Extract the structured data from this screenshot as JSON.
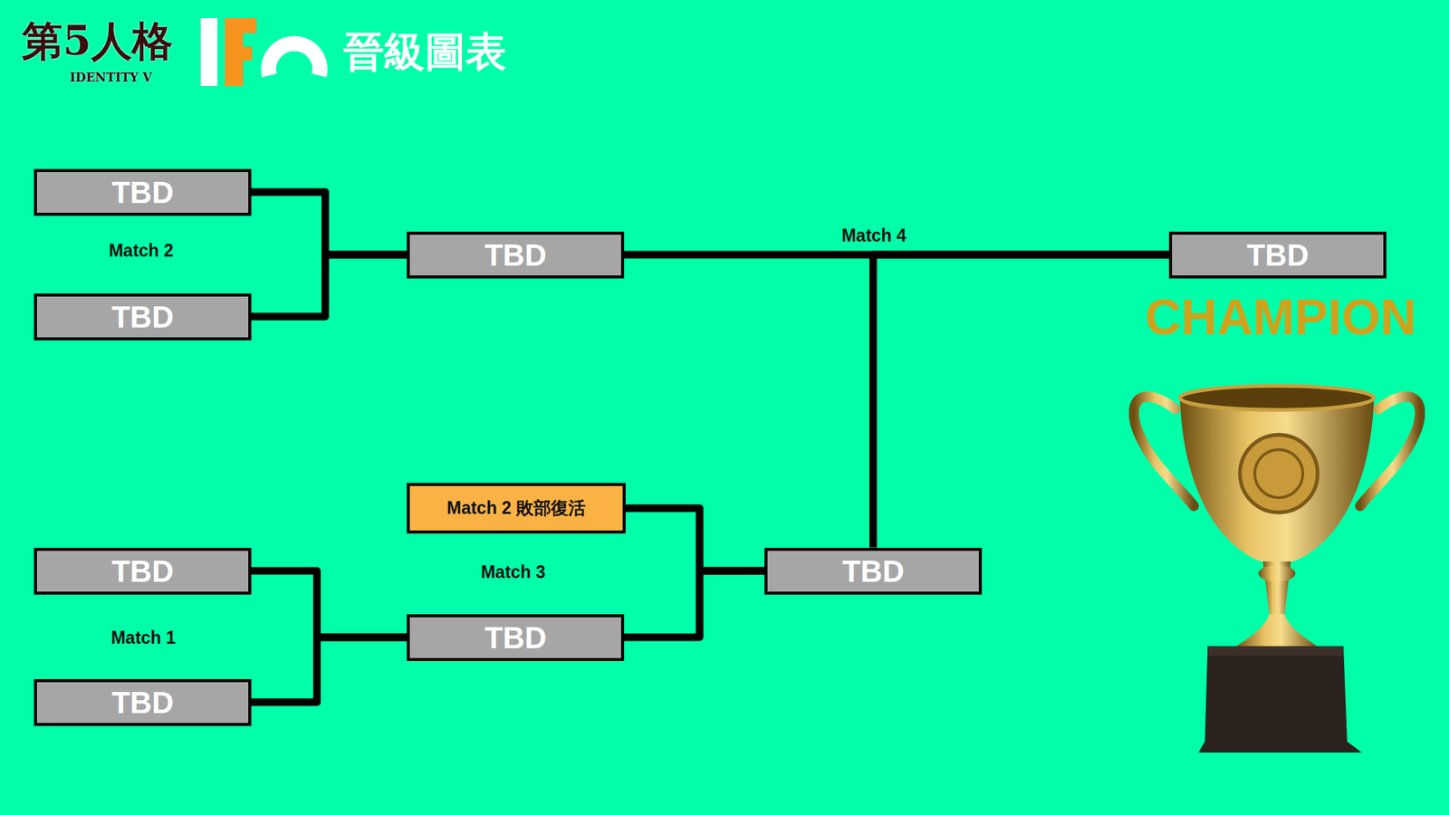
{
  "diagram": {
    "title": "晉級圖表",
    "nodes": [
      {
        "text": [
          "TBD"
        ]
      },
      {
        "text": [
          "TBD"
        ]
      },
      {
        "text": [
          "TBD"
        ]
      },
      {
        "text": [
          "TBD"
        ]
      },
      {
        "text": [
          "Match 2 敗部復活"
        ]
      },
      {
        "text": [
          "TBD"
        ]
      },
      {
        "text": [
          "TBD"
        ]
      },
      {
        "text": [
          "TBD"
        ]
      },
      {
        "text": [
          "TBD"
        ]
      }
    ],
    "edges": [
      {
        "from": 0,
        "to": 2,
        "arrow": "none"
      },
      {
        "from": 1,
        "to": 2,
        "arrow": "none"
      },
      {
        "from": 5,
        "to": 7,
        "arrow": "none"
      },
      {
        "from": 6,
        "to": 7,
        "arrow": "none"
      },
      {
        "from": 4,
        "to": 8,
        "arrow": "none"
      },
      {
        "from": 7,
        "to": 8,
        "arrow": "none"
      },
      {
        "from": 2,
        "to": 3,
        "arrow": "none"
      },
      {
        "from": 8,
        "to": 3,
        "arrow": "none"
      }
    ],
    "labels": [
      "第5人格",
      "IDENTITY V",
      "Match 2",
      "Match 4",
      "CHAMPION",
      "Match 3",
      "Match 1"
    ]
  }
}
